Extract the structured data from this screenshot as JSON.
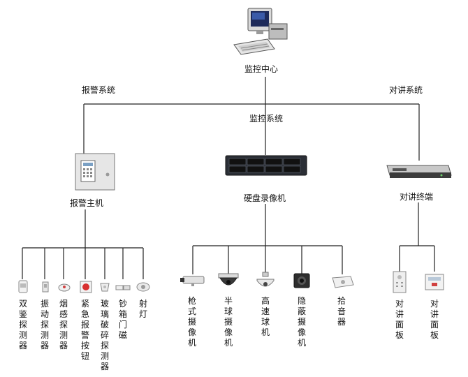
{
  "center": {
    "label": "监控中心",
    "icon": "computer-icon"
  },
  "systems": {
    "alarm": "报警系统",
    "monitor": "监控系统",
    "intercom": "对讲系统"
  },
  "hubs": {
    "alarm_host": "报警主机",
    "dvr": "硬盘录像机",
    "intercom_terminal": "对讲终端"
  },
  "alarm_devices": [
    {
      "label": "双鉴探测器",
      "icon": "dual-detector-icon"
    },
    {
      "label": "振动探测器",
      "icon": "vibration-detector-icon"
    },
    {
      "label": "烟感探测器",
      "icon": "smoke-detector-icon"
    },
    {
      "label": "紧急报警按钮",
      "icon": "panic-button-icon"
    },
    {
      "label": "玻璃破碎探测器",
      "icon": "glass-break-detector-icon"
    },
    {
      "label": "钞箱门磁",
      "icon": "door-contact-icon"
    },
    {
      "label": "射灯",
      "icon": "spotlight-icon"
    }
  ],
  "monitor_devices": [
    {
      "label": "枪式摄像机",
      "icon": "bullet-camera-icon"
    },
    {
      "label": "半球摄像机",
      "icon": "dome-camera-icon"
    },
    {
      "label": "高速球机",
      "icon": "speed-dome-icon"
    },
    {
      "label": "隐蔽摄像机",
      "icon": "hidden-camera-icon"
    },
    {
      "label": "拾音器",
      "icon": "pickup-icon"
    }
  ],
  "intercom_devices": [
    {
      "label": "对讲面板",
      "icon": "intercom-panel-icon"
    },
    {
      "label": "对讲面板",
      "icon": "intercom-panel-icon"
    }
  ]
}
